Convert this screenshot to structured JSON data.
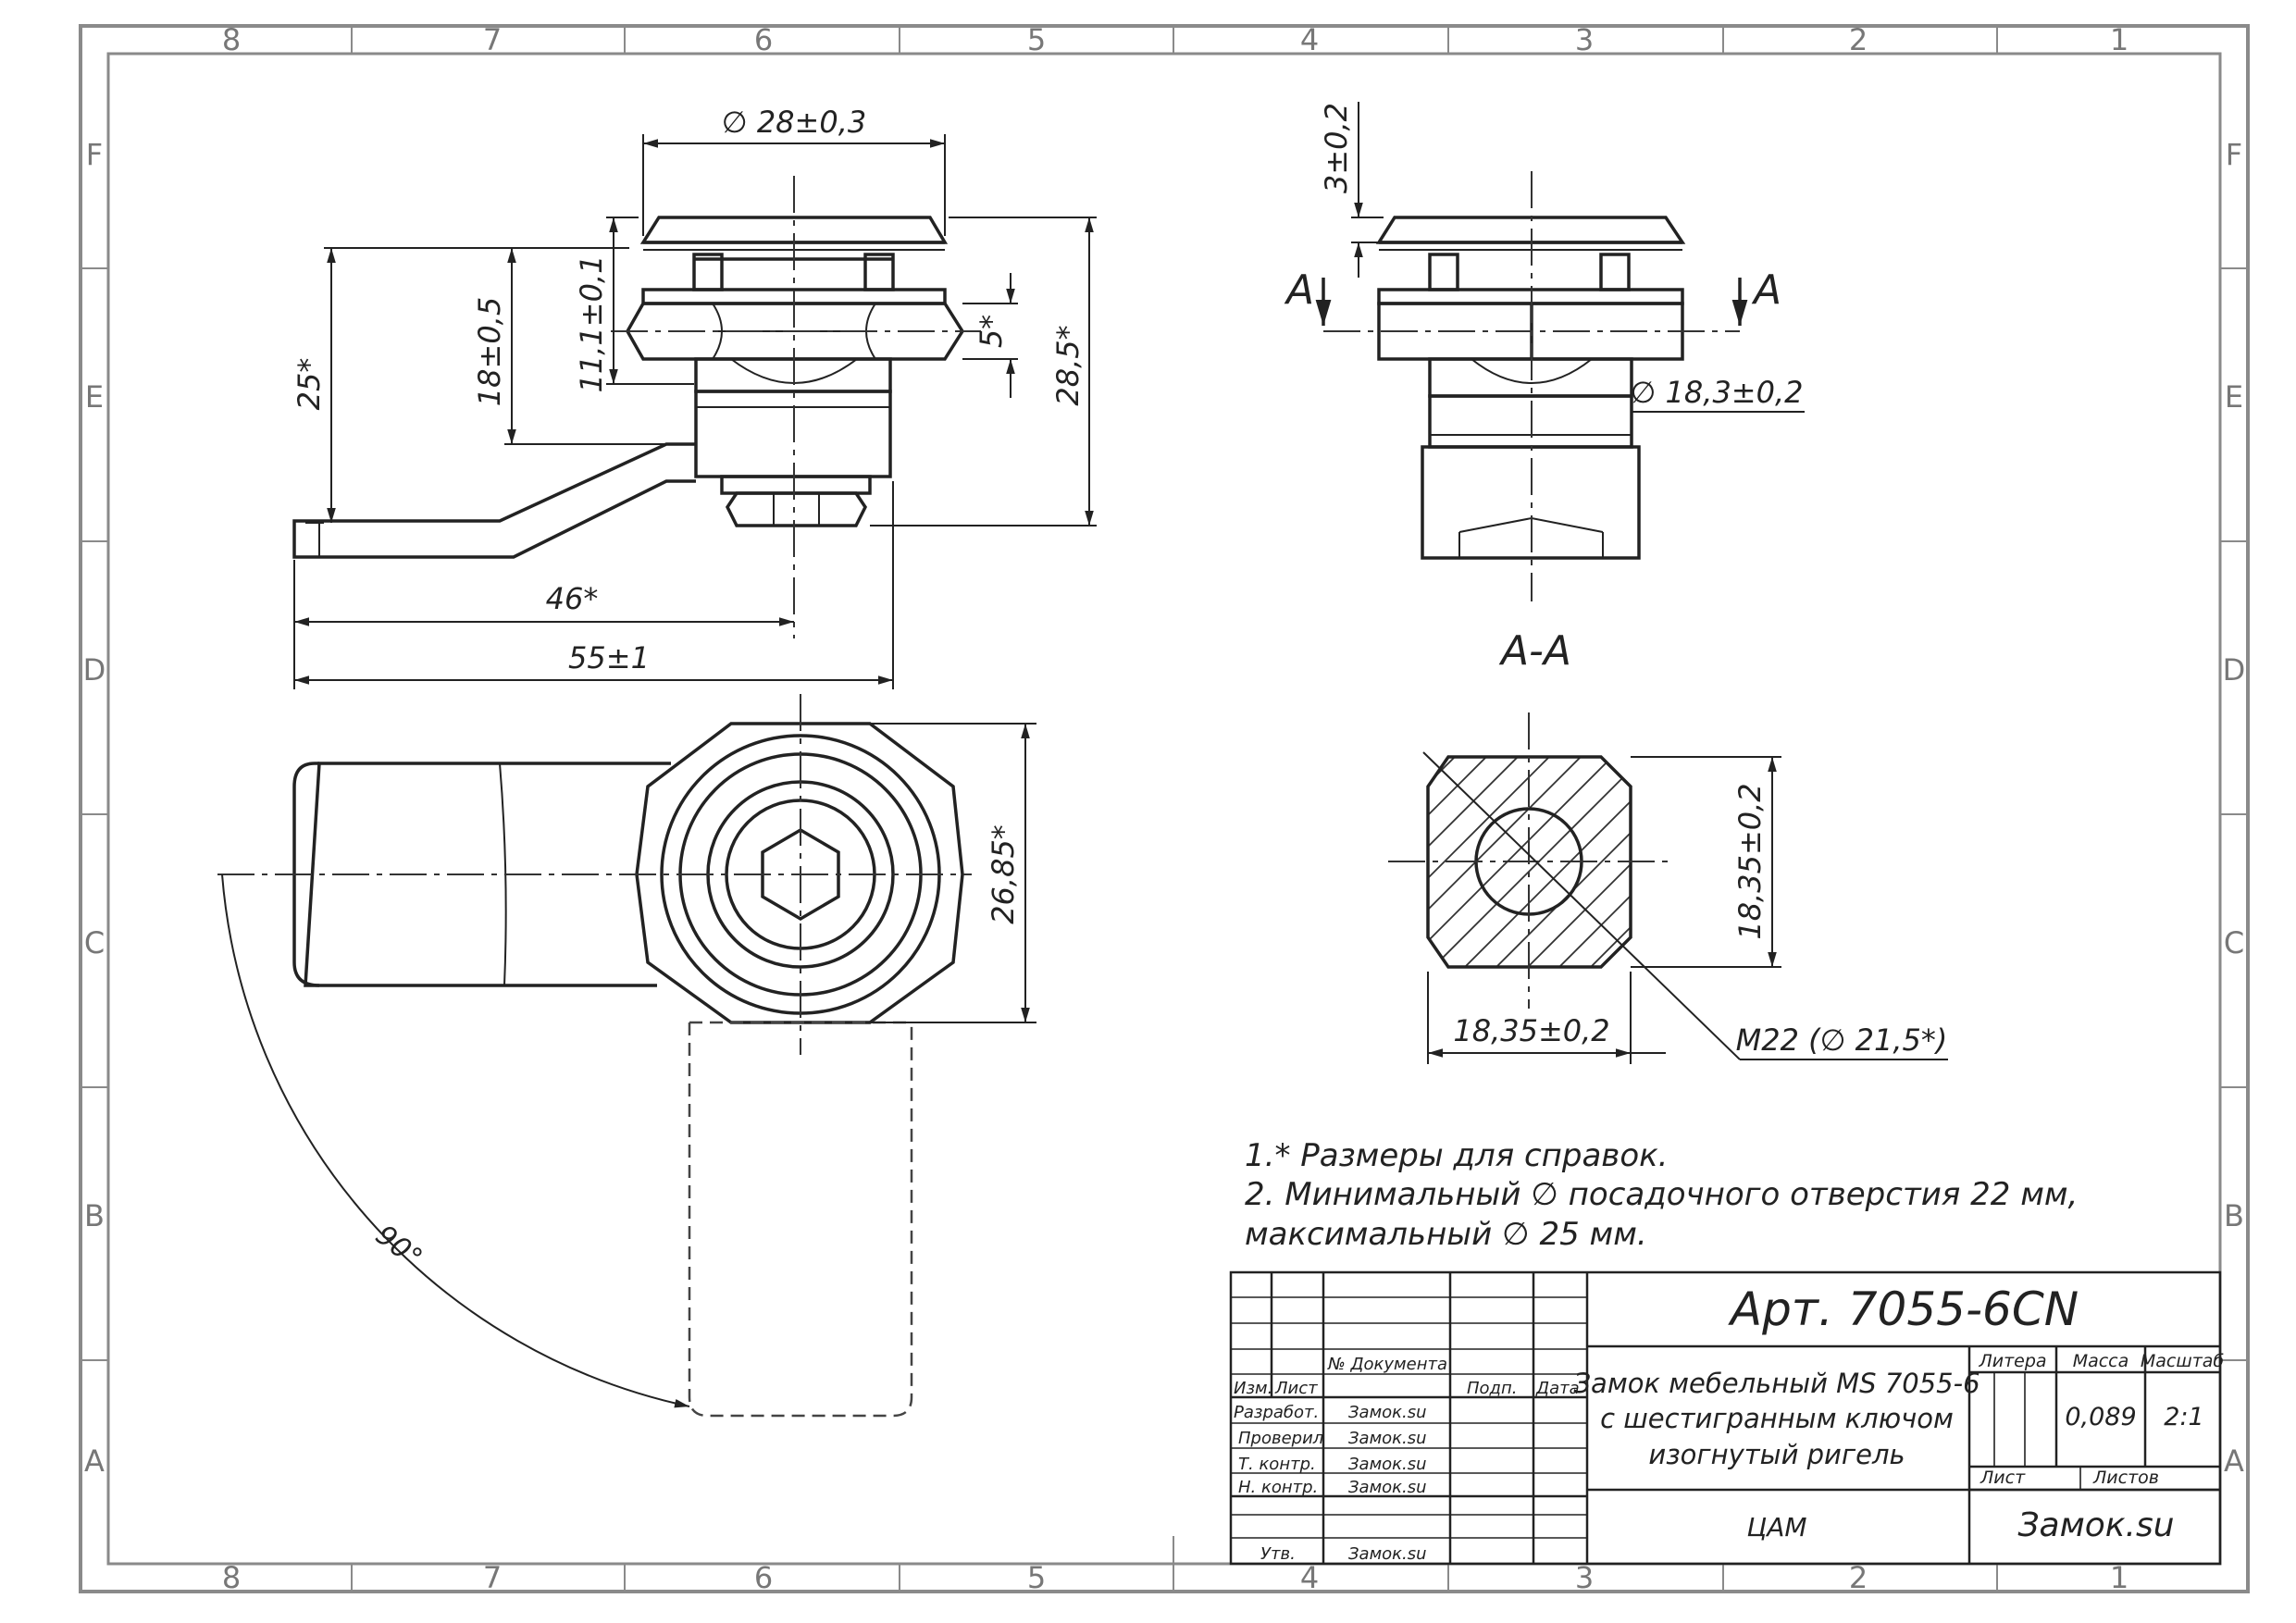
{
  "zones": {
    "columns": [
      "8",
      "7",
      "6",
      "5",
      "4",
      "3",
      "2",
      "1"
    ],
    "rows": [
      "F",
      "E",
      "D",
      "C",
      "B",
      "A"
    ]
  },
  "dimensions": {
    "top_diameter": "∅ 28±0,3",
    "lever_drop": "25*",
    "height_18": "18±0,5",
    "height_11": "11,1±0,1",
    "nut_5": "5*",
    "total_height": "28,5*",
    "lever_46": "46*",
    "lever_55": "55±1",
    "hex_width": "26,85*",
    "flange": "3±0,2",
    "body_diameter": "∅ 18,3±0,2",
    "section_height": "18,35±0,2",
    "section_width": "18,35±0,2",
    "thread": "M22  (∅ 21,5*)",
    "angle": "90°"
  },
  "section_marks": {
    "left": "А",
    "right": "А",
    "title": "А-А"
  },
  "notes": [
    "1.* Размеры для справок.",
    "2. Минимальный ∅ посадочного отверстия 22 мм,",
    "максимальный ∅  25 мм."
  ],
  "title_block": {
    "article": "Арт. 7055-6CN",
    "doc_number_header": "№ Документа",
    "izm": "Изм.",
    "list": "Лист",
    "podp": "Подп.",
    "data": "Дата",
    "roles": [
      {
        "role": "Разработ.",
        "name": "Замок.su"
      },
      {
        "role": "Проверил",
        "name": "Замок.su"
      },
      {
        "role": "Т. контр.",
        "name": "Замок.su"
      },
      {
        "role": "Н. контр.",
        "name": "Замок.su"
      },
      {
        "role": "Утв.",
        "name": "Замок.su"
      }
    ],
    "description": [
      "Замок мебельный MS 7055-6",
      "с шестигранным ключом",
      "изогнутый ригель"
    ],
    "litera": "Литера",
    "massa": "Масса",
    "masshtab": "Масштаб",
    "mass_value": "0,089",
    "scale_value": "2:1",
    "sheet": "Лист",
    "sheets": "Листов",
    "material": "ЦАМ",
    "company": "Замок.su"
  }
}
